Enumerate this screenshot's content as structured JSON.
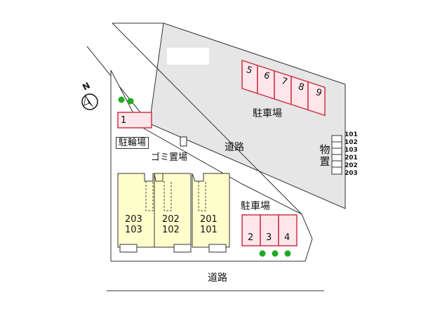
{
  "map": {
    "compass": {
      "label": "N"
    },
    "roads": {
      "east_label": "道路",
      "south_label": "道路"
    },
    "parking_north": {
      "label": "駐車場",
      "spots": [
        "5",
        "6",
        "7",
        "8",
        "9"
      ]
    },
    "parking_south": {
      "label": "駐車場",
      "spots": [
        "2",
        "3",
        "4"
      ]
    },
    "parking_single": {
      "spot": "1"
    },
    "bicycle_parking": {
      "label": "駐輪場"
    },
    "garbage_area": {
      "label": "ゴミ置場"
    },
    "storage": {
      "label_top": "物",
      "label_bottom": "置",
      "lockers": [
        "101",
        "102",
        "103",
        "201",
        "202",
        "203"
      ]
    },
    "units": [
      {
        "upper": "203",
        "lower": "103"
      },
      {
        "upper": "202",
        "lower": "102"
      },
      {
        "upper": "201",
        "lower": "101"
      }
    ],
    "colors": {
      "building_fill": "#ffffcc",
      "parking_border": "#cc3344",
      "parking_fill": "#ffe6ea",
      "tree_green": "#22aa22",
      "road_gray": "#e6e6e6"
    }
  }
}
